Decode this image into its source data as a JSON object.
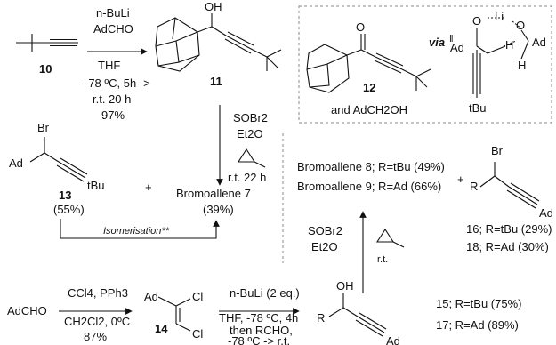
{
  "colors": {
    "ink": "#111111",
    "frame": "#888888",
    "background": "#ffffff"
  },
  "top_reaction": {
    "reagents": [
      "n-BuLi",
      "AdCHO",
      "THF",
      "-78 ºC, 5h ->",
      "r.t. 20 h",
      "97%"
    ],
    "start_compound": "10",
    "product": {
      "id": "11",
      "oh": "OH"
    }
  },
  "side_product_box": {
    "compound": "12",
    "oxygen": "O",
    "and_text": "and AdCH2OH",
    "via_label": "via",
    "via_mark": "ǁ",
    "transition_state": {
      "li": "Li",
      "o1": "O",
      "o2": "O",
      "ad1": "Ad",
      "ad2": "Ad",
      "h1": "H",
      "h2": "H",
      "tbu": "tBu"
    }
  },
  "sobr2_step": {
    "reagents": [
      "SOBr2",
      "Et2O"
    ],
    "condition": "r.t. 22 h"
  },
  "left_products": {
    "br": "Br",
    "ad": "Ad",
    "tbu": "tBu",
    "plus": "+",
    "compound13": {
      "id": "13",
      "yield": "(55%)"
    },
    "bromoallene7": {
      "name": "Bromoallene 7",
      "yield": "(39%)"
    },
    "isomerisation": "Isomerisation**"
  },
  "right_products": {
    "lines": [
      "Bromoallene 8; R=tBu (49%)",
      "Bromoallene 9; R=Ad (66%)"
    ],
    "plus": "+",
    "br": "Br",
    "r": "R",
    "ad": "Ad",
    "p16": "16; R=tBu (29%)",
    "p18": "18; R=Ad (30%)"
  },
  "right_step": {
    "reagents": [
      "SOBr2",
      "Et2O"
    ],
    "condition": "r.t."
  },
  "bottom_row": {
    "start": "AdCHO",
    "reagents1": [
      "CCl4, PPh3",
      "CH2Cl2, 0ºC",
      "87%"
    ],
    "compound14": {
      "id": "14",
      "ad": "Ad",
      "cl1": "Cl",
      "cl2": "Cl"
    },
    "reagents2": [
      "n-BuLi (2 eq.)",
      "THF, -78 ºC, 4h",
      "then RCHO,",
      "-78 ºC -> r.t."
    ],
    "propargyl": {
      "oh": "OH",
      "r": "R",
      "ad": "Ad"
    },
    "p15": "15; R=tBu (75%)",
    "p17": "17; R=Ad (89%)"
  }
}
